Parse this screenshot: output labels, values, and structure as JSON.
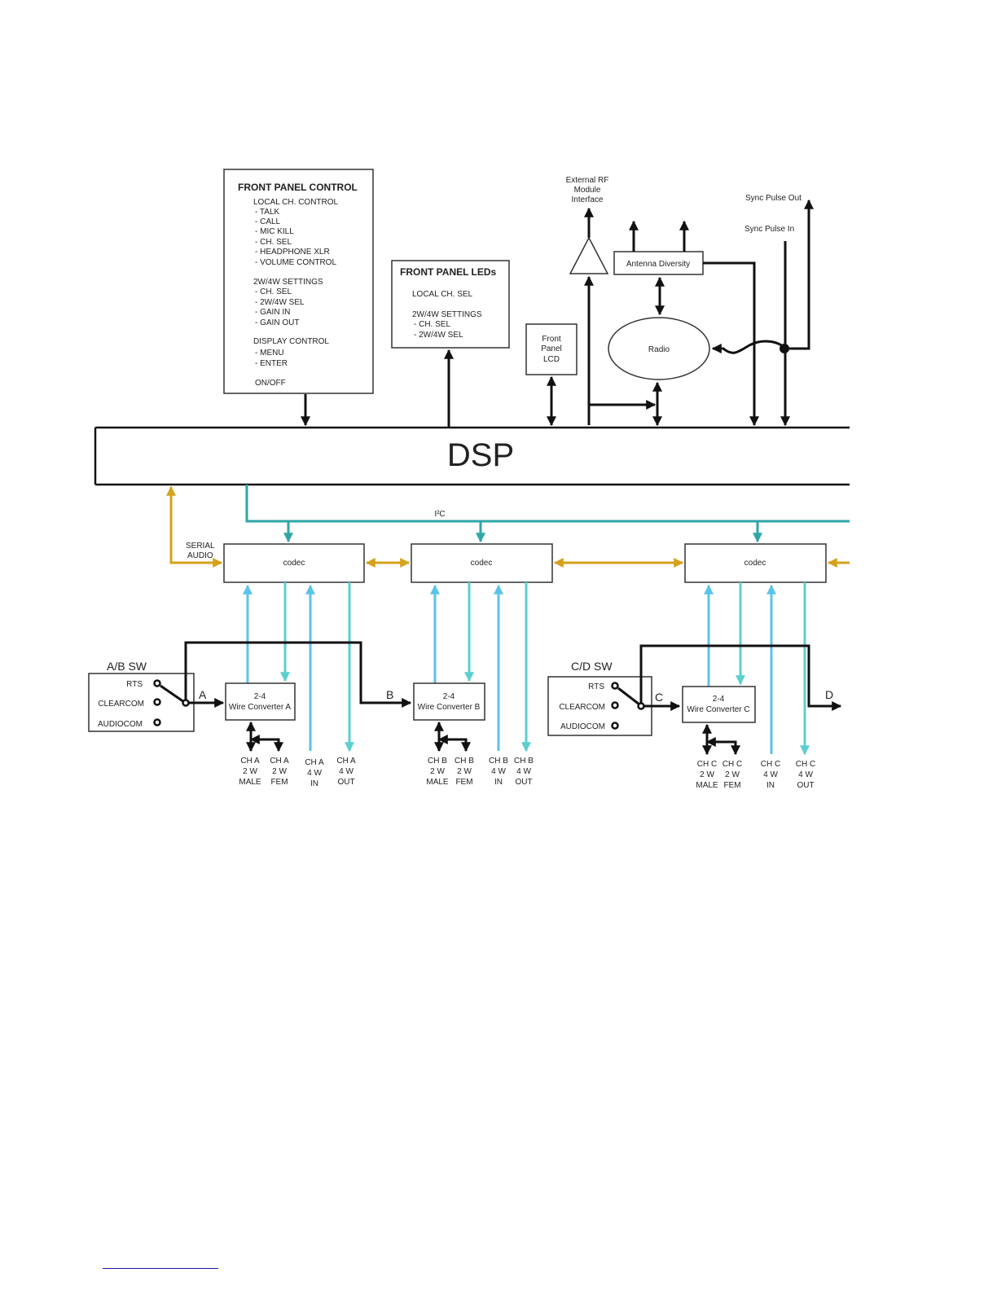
{
  "front_panel_control": {
    "title": "FRONT PANEL CONTROL",
    "lines": [
      "LOCAL CH. CONTROL",
      "- TALK",
      "- CALL",
      "- MIC KILL",
      "- CH. SEL",
      "- HEADPHONE XLR",
      "- VOLUME CONTROL",
      "2W/4W SETTINGS",
      "- CH. SEL",
      "- 2W/4W SEL",
      "- GAIN IN",
      "- GAIN OUT",
      "DISPLAY CONTROL",
      "- MENU",
      "- ENTER",
      "ON/OFF"
    ]
  },
  "front_panel_leds": {
    "title": "FRONT PANEL LEDs",
    "lines": [
      "LOCAL CH. SEL",
      "2W/4W SETTINGS",
      "- CH. SEL",
      "- 2W/4W SEL"
    ]
  },
  "front_panel_lcd": {
    "lines": [
      "Front",
      "Panel",
      "LCD"
    ]
  },
  "rf_interface": {
    "lines": [
      "External RF",
      "Module",
      "Interface"
    ]
  },
  "antenna_diversity": "Antenna Diversity",
  "radio": "Radio",
  "sync_out": "Sync Pulse Out",
  "sync_in": "Sync Pulse In",
  "dsp": "DSP",
  "i2c": "I²C",
  "serial_audio": [
    "SERIAL",
    "AUDIO"
  ],
  "codec_label": "codec",
  "switches": {
    "ab": {
      "title": "A/B SW",
      "options": [
        "RTS",
        "CLEARCOM",
        "AUDIOCOM"
      ]
    },
    "cd": {
      "title": "C/D SW",
      "options": [
        "RTS",
        "CLEARCOM",
        "AUDIOCOM"
      ]
    }
  },
  "converters": {
    "a": {
      "line1": "2-4",
      "line2": "Wire Converter A"
    },
    "b": {
      "line1": "2-4",
      "line2": "Wire Converter B"
    },
    "c": {
      "line1": "2-4",
      "line2": "Wire Converter C"
    }
  },
  "path_letters": [
    "A",
    "B",
    "C",
    "D"
  ],
  "ports": {
    "a": [
      [
        "CH A",
        "2 W",
        "MALE"
      ],
      [
        "CH A",
        "2 W",
        "FEM"
      ],
      [
        "CH A",
        "4 W",
        "IN"
      ],
      [
        "CH A",
        "4 W",
        "OUT"
      ]
    ],
    "b": [
      [
        "CH B",
        "2 W",
        "MALE"
      ],
      [
        "CH B",
        "2 W",
        "FEM"
      ],
      [
        "CH B",
        "4 W",
        "IN"
      ],
      [
        "CH B",
        "4 W",
        "OUT"
      ]
    ],
    "c": [
      [
        "CH C",
        "2 W",
        "MALE"
      ],
      [
        "CH C",
        "2 W",
        "FEM"
      ],
      [
        "CH C",
        "4 W",
        "IN"
      ],
      [
        "CH C",
        "4 W",
        "OUT"
      ]
    ]
  },
  "colors": {
    "control": "#111111",
    "i2c": "#2fa6a6",
    "serial_audio": "#d4a21c",
    "codec_in": "#5bc3ea",
    "codec_out": "#5ccfcf"
  }
}
